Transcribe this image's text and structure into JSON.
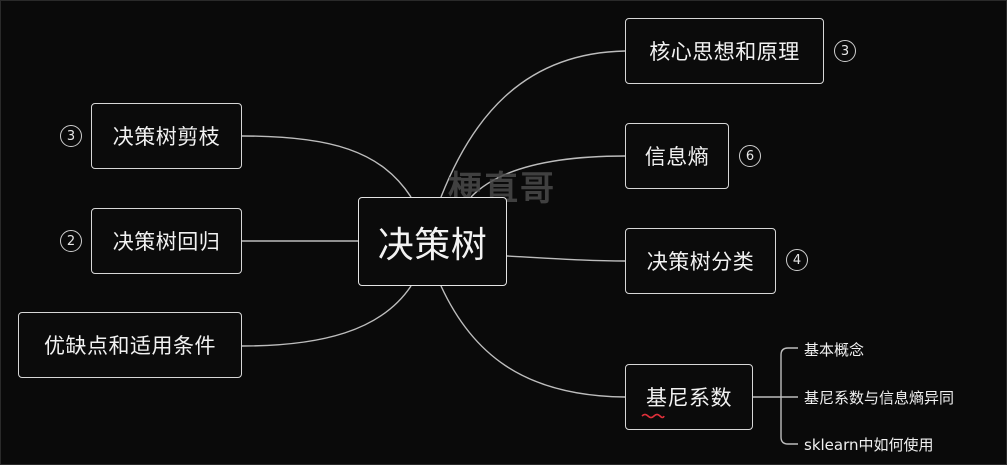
{
  "diagram": {
    "center": {
      "label": "决策树"
    },
    "branches": [
      {
        "id": "core",
        "label": "核心思想和原理",
        "badge": "3"
      },
      {
        "id": "entropy",
        "label": "信息熵",
        "badge": "6"
      },
      {
        "id": "classification",
        "label": "决策树分类",
        "badge": "4"
      },
      {
        "id": "gini",
        "label": "基尼系数",
        "badge": ""
      },
      {
        "id": "pruning",
        "label": "决策树剪枝",
        "badge": "3"
      },
      {
        "id": "regression",
        "label": "决策树回归",
        "badge": "2"
      },
      {
        "id": "pros_cons",
        "label": "优缺点和适用条件",
        "badge": ""
      }
    ],
    "gini_children": [
      {
        "label": "基本概念"
      },
      {
        "label": "基尼系数与信息熵异同"
      },
      {
        "label": "sklearn中如何使用"
      }
    ],
    "watermark": "梗直哥"
  },
  "colors": {
    "background": "#0a0a0a",
    "border": "#d7d7d7",
    "text": "#f2f2f2",
    "connector": "#bdbdbd",
    "watermark": "#4a4a4a",
    "spellcheck": "#e0303a"
  }
}
